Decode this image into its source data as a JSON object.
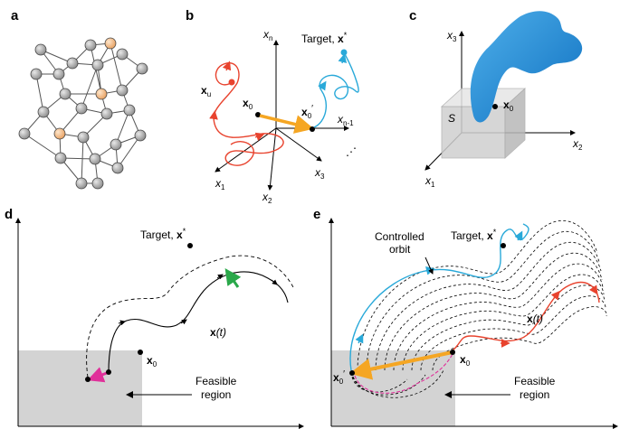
{
  "panels": {
    "a": {
      "label": "a"
    },
    "b": {
      "label": "b",
      "axis_xn": "x",
      "axis_xn_sub": "n",
      "axis_xn1": "x",
      "axis_xn1_sub": "n-1",
      "axis_x1": "x",
      "axis_x1_sub": "1",
      "axis_x2": "x",
      "axis_x2_sub": "2",
      "axis_x3": "x",
      "axis_x3_sub": "3",
      "target": "Target, ",
      "target_sym": "x",
      "target_sup": "*",
      "xu": "x",
      "xu_sub": "u",
      "x0": "x",
      "x0_sub": "0",
      "x0p": "x",
      "x0p_sub": "0",
      "x0p_prime": "′",
      "ellipsis": "⋰",
      "colors": {
        "red": "#e8432e",
        "blue": "#29a9d9",
        "orange": "#f5a623"
      }
    },
    "c": {
      "label": "c",
      "axis_x1": "x",
      "axis_x1_sub": "1",
      "axis_x2": "x",
      "axis_x2_sub": "2",
      "axis_x3": "x",
      "axis_x3_sub": "3",
      "s": "S",
      "x0": "x",
      "x0_sub": "0"
    },
    "d": {
      "label": "d",
      "target": "Target, ",
      "target_sym": "x",
      "target_sup": "*",
      "xt": "x",
      "xt_arg": "(t)",
      "x0": "x",
      "x0_sub": "0",
      "feasible_1": "Feasible",
      "feasible_2": "region"
    },
    "e": {
      "label": "e",
      "controlled_1": "Controlled",
      "controlled_2": "orbit",
      "target": "Target, ",
      "target_sym": "x",
      "target_sup": "*",
      "xt": "x",
      "xt_arg": "(t)",
      "x0": "x",
      "x0_sub": "0",
      "x0p": "x",
      "x0p_sub": "0",
      "x0p_prime": "′",
      "feasible_1": "Feasible",
      "feasible_2": "region"
    }
  }
}
